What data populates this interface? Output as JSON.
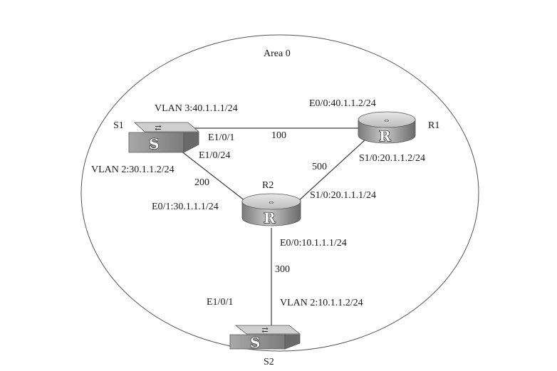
{
  "area": {
    "label": "Area 0"
  },
  "devices": {
    "s1": {
      "name": "S1",
      "letter": "S"
    },
    "s2": {
      "name": "S2",
      "letter": "S"
    },
    "r1": {
      "name": "R1",
      "letter": "R"
    },
    "r2": {
      "name": "R2",
      "letter": "R"
    }
  },
  "links": {
    "s1_r1": {
      "cost": "100"
    },
    "s1_r2": {
      "cost": "200"
    },
    "r1_r2": {
      "cost": "500"
    },
    "r2_s2": {
      "cost": "300"
    }
  },
  "interfaces": {
    "s1_vlan3": "VLAN 3:40.1.1.1/24",
    "s1_e101": "E1/0/1",
    "s1_e1024": "E1/0/24",
    "s1_vlan2": "VLAN 2:30.1.1.2/24",
    "r1_e00": "E0/0:40.1.1.2/24",
    "r1_s10": "S1/0:20.1.1.2/24",
    "r2_e01": "E0/1:30.1.1.1/24",
    "r2_s10": "S1/0:20.1.1.1/24",
    "r2_e00": "E0/0:10.1.1.1/24",
    "s2_e101": "E1/0/1",
    "s2_vlan2": "VLAN 2:10.1.1.2/24"
  },
  "colors": {
    "line": "#3a3a3a",
    "device_top": "#d4d4d4",
    "device_front": "#9a9a9a",
    "device_side": "#6e6e6e"
  }
}
